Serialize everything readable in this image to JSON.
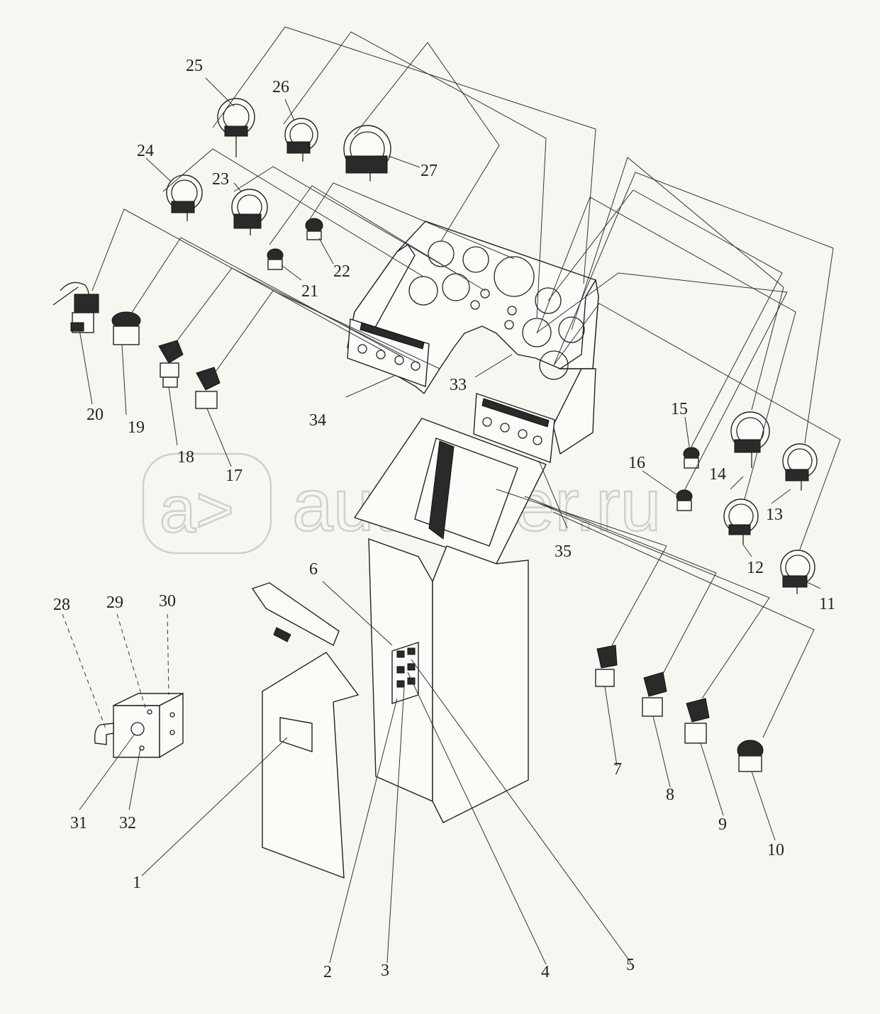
{
  "watermark": {
    "logo_text": "a>",
    "site_text": "autopiter.ru"
  },
  "callouts": [
    {
      "id": "1",
      "label": "1"
    },
    {
      "id": "2",
      "label": "2"
    },
    {
      "id": "3",
      "label": "3"
    },
    {
      "id": "4",
      "label": "4"
    },
    {
      "id": "5",
      "label": "5"
    },
    {
      "id": "6",
      "label": "6"
    },
    {
      "id": "7",
      "label": "7"
    },
    {
      "id": "8",
      "label": "8"
    },
    {
      "id": "9",
      "label": "9"
    },
    {
      "id": "10",
      "label": "10"
    },
    {
      "id": "11",
      "label": "11"
    },
    {
      "id": "12",
      "label": "12"
    },
    {
      "id": "13",
      "label": "13"
    },
    {
      "id": "14",
      "label": "14"
    },
    {
      "id": "15",
      "label": "15"
    },
    {
      "id": "16",
      "label": "16"
    },
    {
      "id": "17",
      "label": "17"
    },
    {
      "id": "18",
      "label": "18"
    },
    {
      "id": "19",
      "label": "19"
    },
    {
      "id": "20",
      "label": "20"
    },
    {
      "id": "21",
      "label": "21"
    },
    {
      "id": "22",
      "label": "22"
    },
    {
      "id": "23",
      "label": "23"
    },
    {
      "id": "24",
      "label": "24"
    },
    {
      "id": "25",
      "label": "25"
    },
    {
      "id": "26",
      "label": "26"
    },
    {
      "id": "27",
      "label": "27"
    },
    {
      "id": "28",
      "label": "28"
    },
    {
      "id": "29",
      "label": "29"
    },
    {
      "id": "30",
      "label": "30"
    },
    {
      "id": "31",
      "label": "31"
    },
    {
      "id": "32",
      "label": "32"
    },
    {
      "id": "33",
      "label": "33"
    },
    {
      "id": "34",
      "label": "34"
    },
    {
      "id": "35",
      "label": "35"
    }
  ]
}
